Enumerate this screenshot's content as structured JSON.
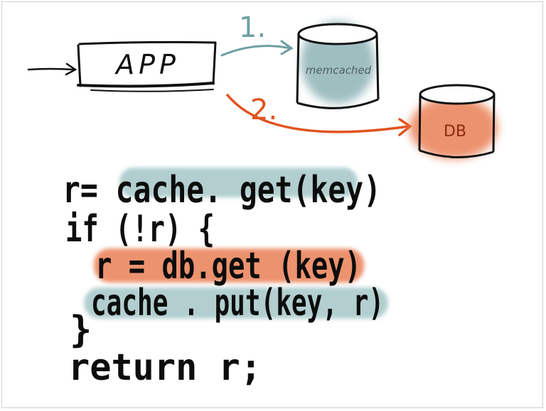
{
  "diagram": {
    "app_label": "APP",
    "cache_label": "memcached",
    "db_label": "DB",
    "step1_label": "1.",
    "step2_label": "2."
  },
  "colors": {
    "ink": "#111111",
    "teal": "#6f9fa3",
    "teal_highlight": "#9fc3c4",
    "orange": "#e0541f",
    "orange_highlight": "#ea7f55"
  },
  "code_lines": [
    "r= cache. get(key)",
    "if (!r) {",
    "r = db.get (key)",
    "cache . put(key, r)",
    "}",
    "return r;"
  ]
}
